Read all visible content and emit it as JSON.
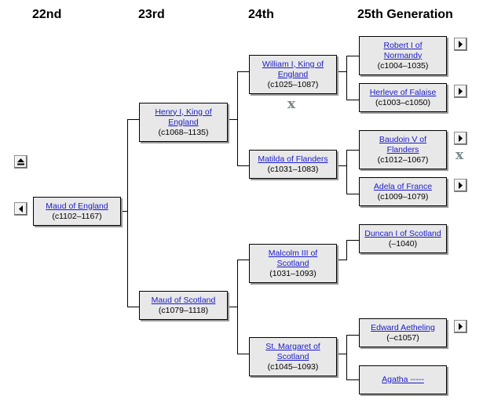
{
  "headers": {
    "gen22": "22nd",
    "gen23": "23rd",
    "gen24": "24th",
    "gen25": "25th Generation"
  },
  "people": {
    "maud_england": {
      "name": "Maud of England",
      "dates": "(c1102–1167)"
    },
    "henry": {
      "name": "Henry I, King of England",
      "dates": "(c1068–1135)"
    },
    "maud_scotland": {
      "name": "Maud of Scotland",
      "dates": "(c1079–1118)"
    },
    "william": {
      "name": "William I, King of England",
      "dates": "(c1025–1087)"
    },
    "matilda": {
      "name": "Matilda of Flanders",
      "dates": "(c1031–1083)"
    },
    "malcolm": {
      "name": "Malcolm III of Scotland",
      "dates": "(1031–1093)"
    },
    "margaret": {
      "name": "St. Margaret of Scotland",
      "dates": "(c1045–1093)"
    },
    "robert": {
      "name": "Robert I of Normandy",
      "dates": "(c1004–1035)"
    },
    "herleve": {
      "name": "Herleve of Falaise",
      "dates": "(c1003–c1050)"
    },
    "baudoin": {
      "name": "Baudoin V of Flanders",
      "dates": "(c1012–1067)"
    },
    "adela": {
      "name": "Adela of France",
      "dates": "(c1009–1079)"
    },
    "duncan": {
      "name": "Duncan I of Scotland",
      "dates": "(–1040)"
    },
    "edward": {
      "name": "Edward Aetheling",
      "dates": "(–c1057)"
    },
    "agatha": {
      "name": "Agatha -----",
      "dates": ""
    }
  },
  "marks": {
    "x1": "x",
    "x2": "x"
  },
  "icons": {
    "up_button": "eject-up-icon",
    "back_button": "arrow-left-icon",
    "forward_button": "arrow-right-icon"
  }
}
